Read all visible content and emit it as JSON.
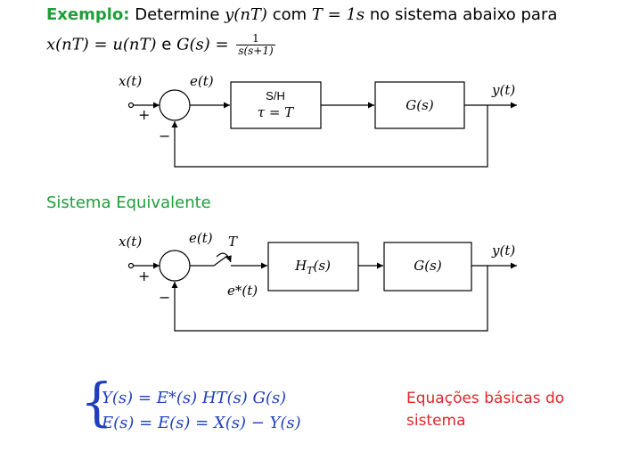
{
  "problem": {
    "keyword": "Exemplo:",
    "t1": "Determine",
    "y_nT": "y(nT)",
    "t2": "com",
    "T_eq": "T = 1s",
    "t3": "no sistema abaixo para",
    "x_eq": "x(nT) = u(nT)",
    "t4": "e",
    "G_lhs": "G(s) =",
    "G_num": "1",
    "G_den": "s(s+1)"
  },
  "diagram1": {
    "input_label": "x(t)",
    "error_label": "e(t)",
    "plus": "+",
    "minus": "−",
    "sh_line1": "S/H",
    "sh_line2": "τ = T",
    "plant_label": "G(s)",
    "output_label": "y(t)"
  },
  "equivalent_title": "Sistema Equivalente",
  "diagram2": {
    "input_label": "x(t)",
    "error_label": "e(t)",
    "sampler_T": "T",
    "sampled_label": "e*(t)",
    "plus": "+",
    "minus": "−",
    "hold_label": "H",
    "hold_sub": "T",
    "hold_arg": "(s)",
    "plant_label": "G(s)",
    "output_label": "y(t)"
  },
  "equations": {
    "eq1": "Y(s) = E*(s) HT(s) G(s)",
    "eq2": "E(s) = E(s) = X(s) − Y(s)"
  },
  "note": "Equações básicas do sistema"
}
